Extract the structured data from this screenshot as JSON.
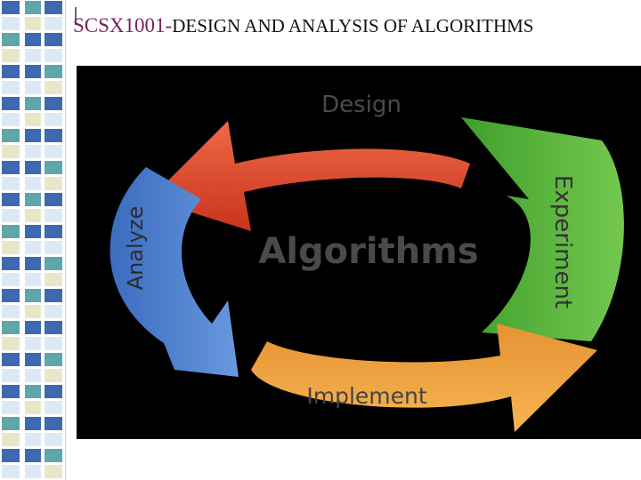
{
  "slide": {
    "title_code": "SCSX1001-",
    "title_text": "DESIGN AND ANALYSIS OF ALGORITHMS"
  },
  "diagram": {
    "center_label": "Algorithms",
    "stages": [
      {
        "label": "Design",
        "color": "#d9452b"
      },
      {
        "label": "Experiment",
        "color": "#58b23c"
      },
      {
        "label": "Implement",
        "color": "#f0a33b"
      },
      {
        "label": "Analyze",
        "color": "#4a7cc9"
      }
    ]
  },
  "colors": {
    "title_code": "#7a1f5c",
    "strip_blue": "#3d69b0",
    "strip_light": "#dde9f6",
    "strip_teal": "#5fa6a9",
    "strip_cream": "#e7e8c8"
  }
}
